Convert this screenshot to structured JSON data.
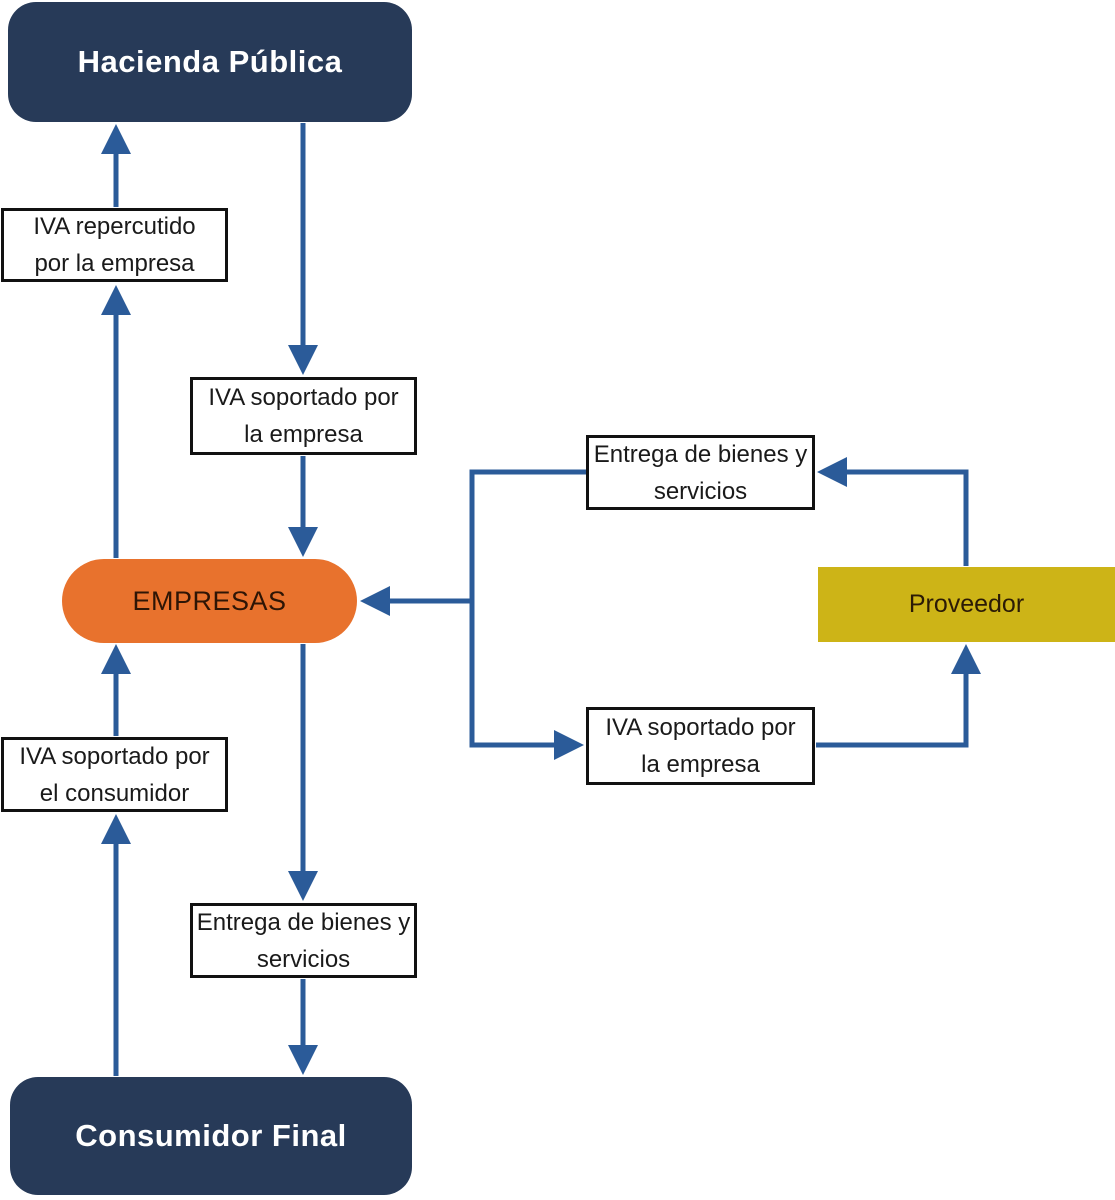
{
  "diagram": {
    "type": "flowchart",
    "language": "es",
    "subject": "Flujo del IVA entre Hacienda Pública, empresas, proveedores y consumidor final",
    "colors": {
      "node_navy": "#273A58",
      "node_orange": "#E8722D",
      "node_yellow": "#CDB417",
      "connector_blue": "#2B5B99",
      "label_border": "#111111",
      "label_text": "#1A1A1A",
      "dark_node_text": "#FFFFFF",
      "empresas_text": "#2E1505",
      "proveedor_text": "#2B1B06",
      "canvas_bg": "#FFFFFF"
    },
    "nodes": {
      "hacienda_publica": {
        "label": "Hacienda Pública",
        "shape": "rounded-rect",
        "color": "#273A58"
      },
      "empresas": {
        "label": "EMPRESAS",
        "shape": "stadium",
        "color": "#E8722D"
      },
      "proveedor": {
        "label": "Proveedor",
        "shape": "rect",
        "color": "#CDB417"
      },
      "consumidor_final": {
        "label": "Consumidor Final",
        "shape": "rounded-rect",
        "color": "#273A58"
      }
    },
    "labels": {
      "iva_repercutido_empresa": "IVA repercutido\npor la empresa",
      "iva_soportado_empresa_mid": "IVA soportado por\nla empresa",
      "iva_soportado_consumidor": "IVA soportado por\nel consumidor",
      "entrega_bienes_consumidor": "Entrega de bienes y\nservicios",
      "entrega_bienes_proveedor": "Entrega de bienes y\nservicios",
      "iva_soportado_empresa_proveedor": "IVA soportado por\nla empresa"
    },
    "edges": [
      {
        "from": "empresas",
        "via": "iva_repercutido_empresa",
        "to": "hacienda_publica",
        "direction": "up"
      },
      {
        "from": "hacienda_publica",
        "via": "iva_soportado_empresa_mid",
        "to": "empresas",
        "direction": "down"
      },
      {
        "from": "consumidor_final",
        "via": "iva_soportado_consumidor",
        "to": "empresas",
        "direction": "up"
      },
      {
        "from": "empresas",
        "via": "entrega_bienes_consumidor",
        "to": "consumidor_final",
        "direction": "down"
      },
      {
        "from": "proveedor",
        "via": "entrega_bienes_proveedor",
        "to": "empresas",
        "direction": "left"
      },
      {
        "from": "empresas",
        "via": "iva_soportado_empresa_proveedor",
        "to": "proveedor",
        "direction": "right"
      }
    ]
  }
}
